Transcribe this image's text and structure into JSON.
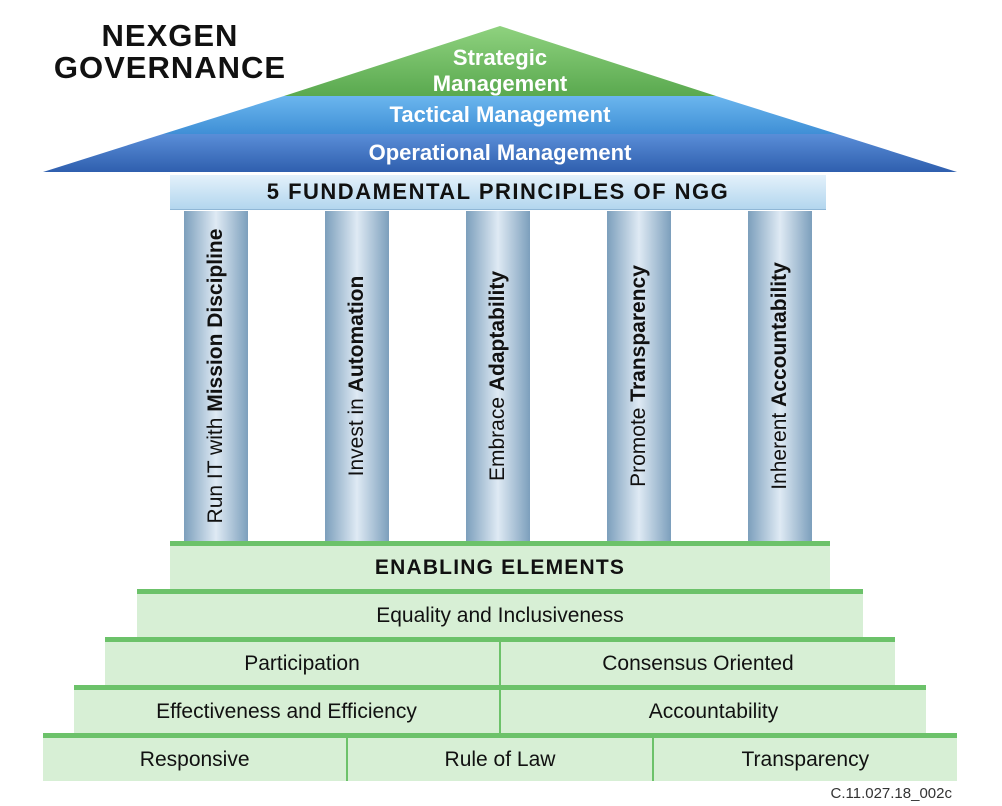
{
  "title": {
    "line1": "NEXGEN",
    "line2": "GOVERNANCE"
  },
  "roof": {
    "strategic_line1": "Strategic",
    "strategic_line2": "Management",
    "tactical": "Tactical Management",
    "operational": "Operational Management",
    "colors": {
      "strategic": "#6ab95e",
      "tactical": "#4a9fe0",
      "operational": "#3f73c4"
    }
  },
  "frieze": "5 FUNDAMENTAL PRINCIPLES OF NGG",
  "pillars": [
    {
      "prefix": "Run IT with ",
      "bold": "Mission Discipline"
    },
    {
      "prefix": "Invest in ",
      "bold": "Automation"
    },
    {
      "prefix": "Embrace ",
      "bold": "Adaptability"
    },
    {
      "prefix": "Promote ",
      "bold": "Transparency"
    },
    {
      "prefix": "Inherent ",
      "bold": "Accountability"
    }
  ],
  "steps": {
    "enabling": "ENABLING ELEMENTS",
    "row1": [
      "Equality and Inclusiveness"
    ],
    "row2": [
      "Participation",
      "Consensus Oriented"
    ],
    "row3": [
      "Effectiveness and Efficiency",
      "Accountability"
    ],
    "row4": [
      "Responsive",
      "Rule of Law",
      "Transparency"
    ]
  },
  "code": "C.11.027.18_002c"
}
